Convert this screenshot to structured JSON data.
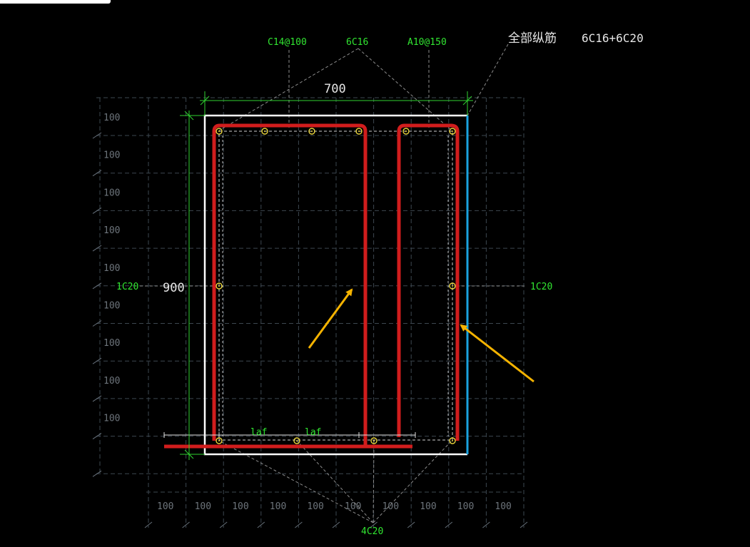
{
  "section": {
    "width_dim": "700",
    "height_dim": "900",
    "total_longitudinal_label": "全部纵筋",
    "total_longitudinal_value": "6C16+6C20",
    "top_labels": [
      "C14@100",
      "6C16",
      "A10@150"
    ],
    "left_side_label": "1C20",
    "right_side_label": "1C20",
    "bottom_label": "4C20",
    "anchorage_labels": [
      "laf",
      "laf"
    ],
    "left_grid_labels": [
      "100",
      "100",
      "100",
      "100",
      "100",
      "100",
      "100",
      "100",
      "100"
    ],
    "bottom_grid_labels": [
      "100",
      "100",
      "100",
      "100",
      "100",
      "100",
      "100",
      "100",
      "100",
      "100"
    ]
  },
  "colors": {
    "background": "#000000",
    "dimension": "#2fd22f",
    "rebar": "#d11d1d",
    "outline": "#ffffff",
    "edge_highlight": "#1aa3e0",
    "annotation_arrow": "#f5b300",
    "rebar_point": "#e8d33a"
  }
}
